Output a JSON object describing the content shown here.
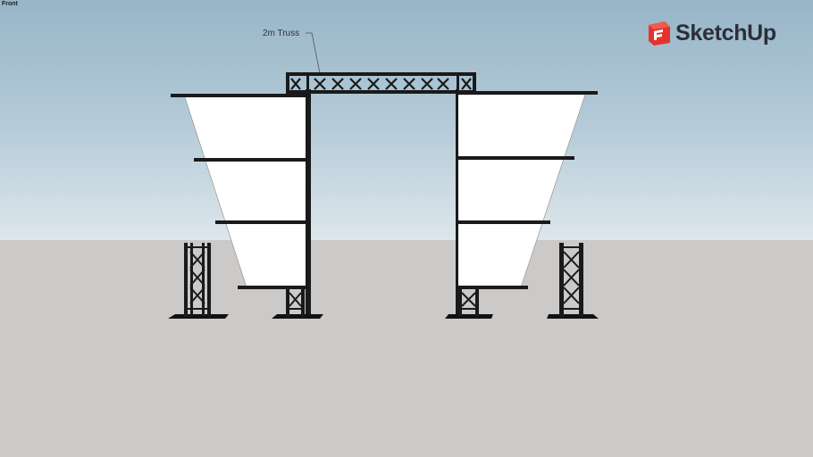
{
  "viewport": {
    "scene_label": "Front",
    "sky_colors": [
      "#97b5c8",
      "#dde6eb"
    ],
    "ground_color": "#cbcac8"
  },
  "logo": {
    "text": "SketchUp",
    "icon": "sketchup-logo-icon",
    "icon_color": "#e5322d"
  },
  "annotations": [
    {
      "label": "2m Truss",
      "target": "top-truss"
    }
  ],
  "model": {
    "components": [
      "top-truss",
      "left-screen",
      "right-screen",
      "left-tower",
      "right-tower",
      "left-base-truss",
      "right-base-truss"
    ],
    "truss_color": "#1a1a1a",
    "screen_color": "#ffffff"
  }
}
